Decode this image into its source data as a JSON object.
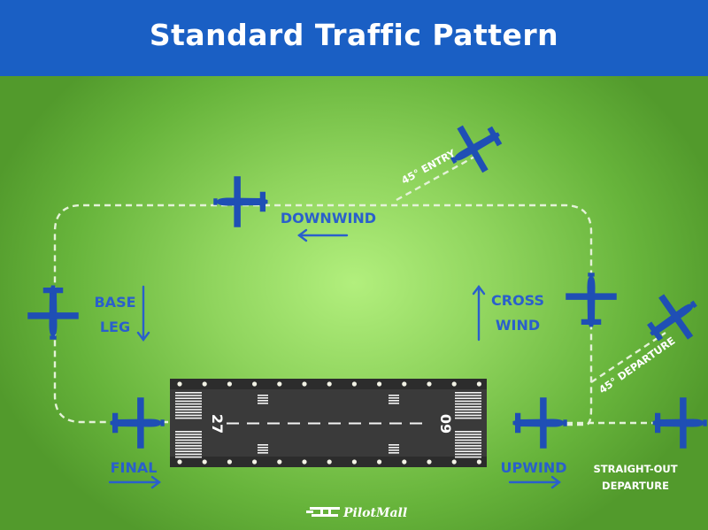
{
  "title": "Standard Traffic Pattern",
  "colors": {
    "header": "#1a5fc4",
    "label_blue": "#2a5fcc",
    "plane_blue": "#1f4fb5",
    "runway": "#3a3a3a",
    "pattern_line": "#e4f2d8"
  },
  "labels": {
    "downwind": "DOWNWIND",
    "base_line1": "BASE",
    "base_line2": "LEG",
    "crosswind_line1": "CROSS",
    "crosswind_line2": "WIND",
    "final": "FINAL",
    "upwind": "UPWIND",
    "entry_45": "45° ENTRY",
    "departure_45": "45° DEPARTURE",
    "straight_out_line1": "STRAIGHT-OUT",
    "straight_out_line2": "DEPARTURE"
  },
  "runway": {
    "left_number": "27",
    "right_number": "09"
  },
  "brand": "PilotMall"
}
